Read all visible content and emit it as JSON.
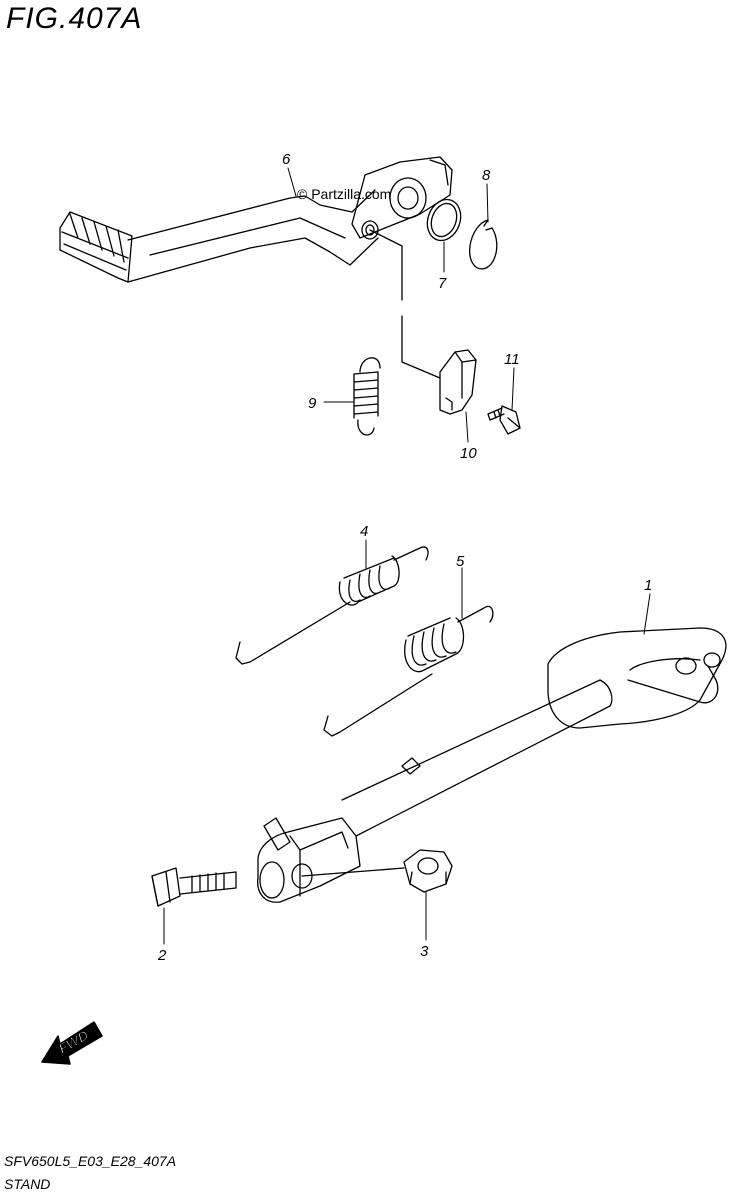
{
  "figure": {
    "title": "FIG.407A",
    "watermark": "© Partzilla.com",
    "footer_code": "SFV650L5_E03_E28_407A",
    "footer_title": "STAND"
  },
  "callouts": {
    "p1": "1",
    "p2": "2",
    "p3": "3",
    "p4": "4",
    "p5": "5",
    "p6": "6",
    "p7": "7",
    "p8": "8",
    "p9": "9",
    "p10": "10",
    "p11": "11"
  },
  "fwd_label": "FWD",
  "colors": {
    "line": "#000000",
    "background": "#ffffff"
  }
}
